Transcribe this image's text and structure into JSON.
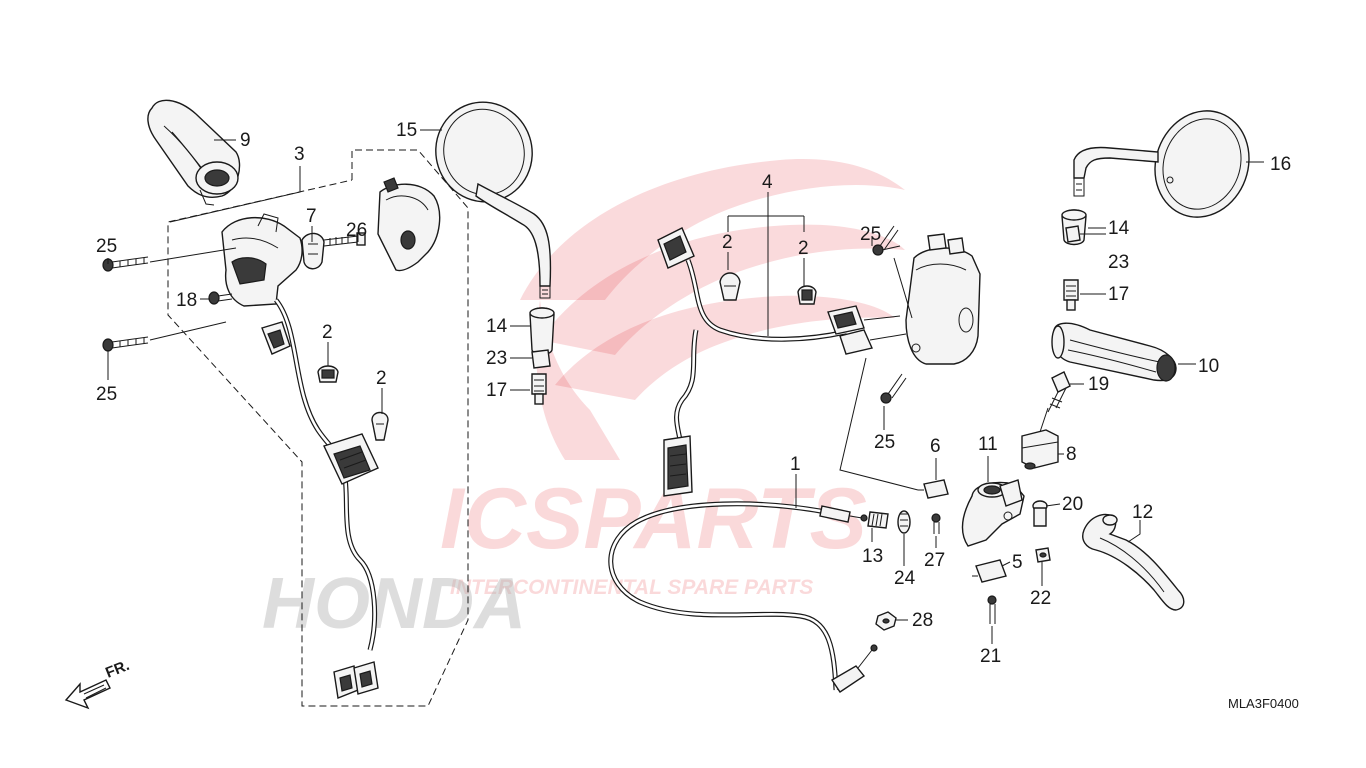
{
  "diagram": {
    "code": "MLA3F0400",
    "front_marker": "FR."
  },
  "watermark": {
    "brand": "ICSPARTS",
    "tagline": "INTERCONTINENTAL SPARE PARTS",
    "maker": "HONDA"
  },
  "callouts": [
    {
      "id": "c9",
      "text": "9"
    },
    {
      "id": "c3",
      "text": "3"
    },
    {
      "id": "c7",
      "text": "7"
    },
    {
      "id": "c26",
      "text": "26"
    },
    {
      "id": "c25a",
      "text": "25"
    },
    {
      "id": "c18",
      "text": "18"
    },
    {
      "id": "c25b",
      "text": "25"
    },
    {
      "id": "c2a",
      "text": "2"
    },
    {
      "id": "c2b",
      "text": "2"
    },
    {
      "id": "c15",
      "text": "15"
    },
    {
      "id": "c14a",
      "text": "14"
    },
    {
      "id": "c23a",
      "text": "23"
    },
    {
      "id": "c17a",
      "text": "17"
    },
    {
      "id": "c4",
      "text": "4"
    },
    {
      "id": "c2c",
      "text": "2"
    },
    {
      "id": "c2d",
      "text": "2"
    },
    {
      "id": "c25c",
      "text": "25"
    },
    {
      "id": "c25d",
      "text": "25"
    },
    {
      "id": "c1",
      "text": "1"
    },
    {
      "id": "c16",
      "text": "16"
    },
    {
      "id": "c14b",
      "text": "14"
    },
    {
      "id": "c23b",
      "text": "23"
    },
    {
      "id": "c17b",
      "text": "17"
    },
    {
      "id": "c10",
      "text": "10"
    },
    {
      "id": "c19",
      "text": "19"
    },
    {
      "id": "c8",
      "text": "8"
    },
    {
      "id": "c6",
      "text": "6"
    },
    {
      "id": "c11",
      "text": "11"
    },
    {
      "id": "c20",
      "text": "20"
    },
    {
      "id": "c12",
      "text": "12"
    },
    {
      "id": "c13",
      "text": "13"
    },
    {
      "id": "c27",
      "text": "27"
    },
    {
      "id": "c24",
      "text": "24"
    },
    {
      "id": "c5",
      "text": "5"
    },
    {
      "id": "c22",
      "text": "22"
    },
    {
      "id": "c28",
      "text": "28"
    },
    {
      "id": "c21",
      "text": "21"
    }
  ]
}
